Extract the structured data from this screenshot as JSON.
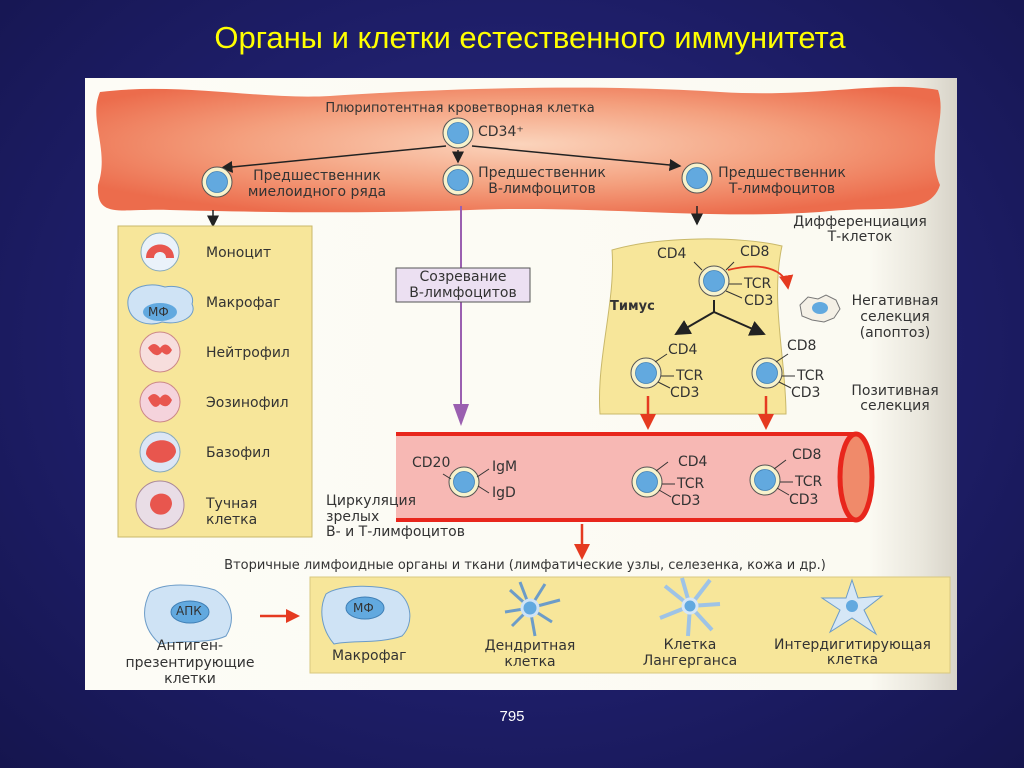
{
  "slide": {
    "title": "Органы и клетки естественного иммунитета",
    "page_number": "795"
  },
  "bone_marrow": {
    "stem_cell_label": "Плюрипотентная кроветворная клетка",
    "stem_cell_marker": "CD34⁺",
    "progenitors": [
      {
        "line1": "Предшественник",
        "line2": "миелоидного ряда"
      },
      {
        "line1": "Предшественник",
        "line2": "В-лимфоцитов"
      },
      {
        "line1": "Предшественник",
        "line2": "Т-лимфоцитов"
      }
    ]
  },
  "myeloid_cells": [
    "Моноцит",
    "Макрофаг",
    "Нейтрофил",
    "Эозинофил",
    "Базофил",
    "Тучная",
    "клетка"
  ],
  "macrophage_abbr": "МФ",
  "b_maturation": {
    "line1": "Созревание",
    "line2": "В-лимфоцитов"
  },
  "thymus": {
    "heading1": "Дифференциация",
    "heading2": "Т-клеток",
    "label": "Тимус",
    "markers": {
      "cd4": "CD4",
      "cd8": "CD8",
      "tcr": "TCR",
      "cd3": "CD3"
    },
    "negative1": "Негативная",
    "negative2": "селекция",
    "negative3": "(апоптоз)",
    "positive1": "Позитивная",
    "positive2": "селекция"
  },
  "circulation": {
    "b_markers": {
      "cd20": "CD20",
      "igm": "IgM",
      "igd": "IgD"
    },
    "line1": "Циркуляция",
    "line2": "зрелых",
    "line3": "В- и Т-лимфоцитов"
  },
  "secondary": {
    "heading": "Вторичные лимфоидные органы и ткани (лимфатические узлы, селезенка, кожа и др.)",
    "apc_abbr": "АПК",
    "apc1": "Антиген-",
    "apc2": "презентирующие",
    "apc3": "клетки",
    "macrophage": "Макрофаг",
    "dendritic1": "Дендритная",
    "dendritic2": "клетка",
    "langerhans1": "Клетка",
    "langerhans2": "Лангерганса",
    "interdig1": "Интердигитирующая",
    "interdig2": "клетка"
  },
  "colors": {
    "title": "#ffff00",
    "bone": "#f07a58",
    "box_yellow": "#f7e69a",
    "vessel": "#f7b8b4",
    "vessel_border": "#e8261c",
    "nucleus": "#62a9df",
    "purple": "#9a5fb0"
  }
}
